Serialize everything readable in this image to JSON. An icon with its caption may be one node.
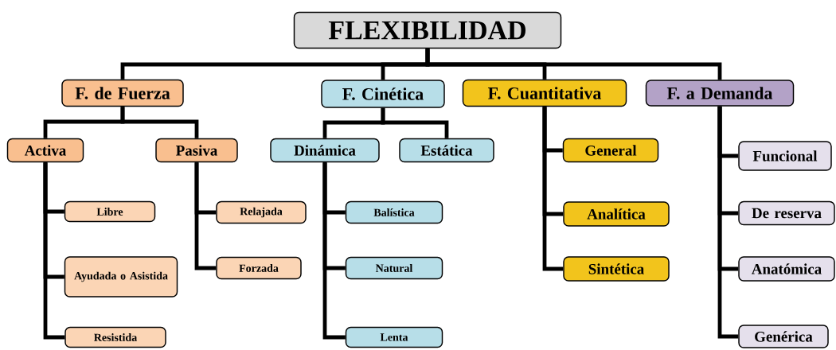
{
  "diagram": {
    "nodes": [
      {
        "text": [
          "FLEXIBILIDAD"
        ]
      },
      {
        "text": [
          "F. de Fuerza"
        ]
      },
      {
        "text": [
          "F. Cinética"
        ]
      },
      {
        "text": [
          "F. Cuantitativa"
        ]
      },
      {
        "text": [
          "F. a Demanda"
        ]
      },
      {
        "text": [
          "Activa"
        ]
      },
      {
        "text": [
          "Pasiva"
        ]
      },
      {
        "text": [
          "Dinámica"
        ]
      },
      {
        "text": [
          "Estática"
        ]
      },
      {
        "text": [
          "General"
        ]
      },
      {
        "text": [
          "Funcional"
        ]
      },
      {
        "text": [
          "Libre"
        ]
      },
      {
        "text": [
          "Relajada"
        ]
      },
      {
        "text": [
          "Balística"
        ]
      },
      {
        "text": [
          "Analítica"
        ]
      },
      {
        "text": [
          "De reserva"
        ]
      },
      {
        "text": [
          "Ayudada o Asistida"
        ]
      },
      {
        "text": [
          "Forzada"
        ]
      },
      {
        "text": [
          "Natural"
        ]
      },
      {
        "text": [
          "Sintética"
        ]
      },
      {
        "text": [
          "Anatómica"
        ]
      },
      {
        "text": [
          "Resistida"
        ]
      },
      {
        "text": [
          "Lenta"
        ]
      },
      {
        "text": [
          "Genérica"
        ]
      }
    ],
    "edges": [
      {
        "from": 0,
        "to": 1,
        "arrow": "none"
      },
      {
        "from": 0,
        "to": 2,
        "arrow": "none"
      },
      {
        "from": 0,
        "to": 3,
        "arrow": "none"
      },
      {
        "from": 0,
        "to": 4,
        "arrow": "none"
      },
      {
        "from": 1,
        "to": 5,
        "arrow": "none"
      },
      {
        "from": 1,
        "to": 6,
        "arrow": "none"
      },
      {
        "from": 2,
        "to": 7,
        "arrow": "none"
      },
      {
        "from": 2,
        "to": 8,
        "arrow": "none"
      },
      {
        "from": 3,
        "to": 9,
        "arrow": "none"
      },
      {
        "from": 3,
        "to": 14,
        "arrow": "none"
      },
      {
        "from": 3,
        "to": 19,
        "arrow": "none"
      },
      {
        "from": 4,
        "to": 10,
        "arrow": "none"
      },
      {
        "from": 4,
        "to": 15,
        "arrow": "none"
      },
      {
        "from": 4,
        "to": 20,
        "arrow": "none"
      },
      {
        "from": 4,
        "to": 23,
        "arrow": "none"
      },
      {
        "from": 5,
        "to": 11,
        "arrow": "none"
      },
      {
        "from": 5,
        "to": 16,
        "arrow": "none"
      },
      {
        "from": 5,
        "to": 21,
        "arrow": "none"
      },
      {
        "from": 6,
        "to": 12,
        "arrow": "none"
      },
      {
        "from": 6,
        "to": 17,
        "arrow": "none"
      },
      {
        "from": 7,
        "to": 13,
        "arrow": "none"
      },
      {
        "from": 7,
        "to": 18,
        "arrow": "none"
      },
      {
        "from": 7,
        "to": 22,
        "arrow": "none"
      }
    ]
  }
}
